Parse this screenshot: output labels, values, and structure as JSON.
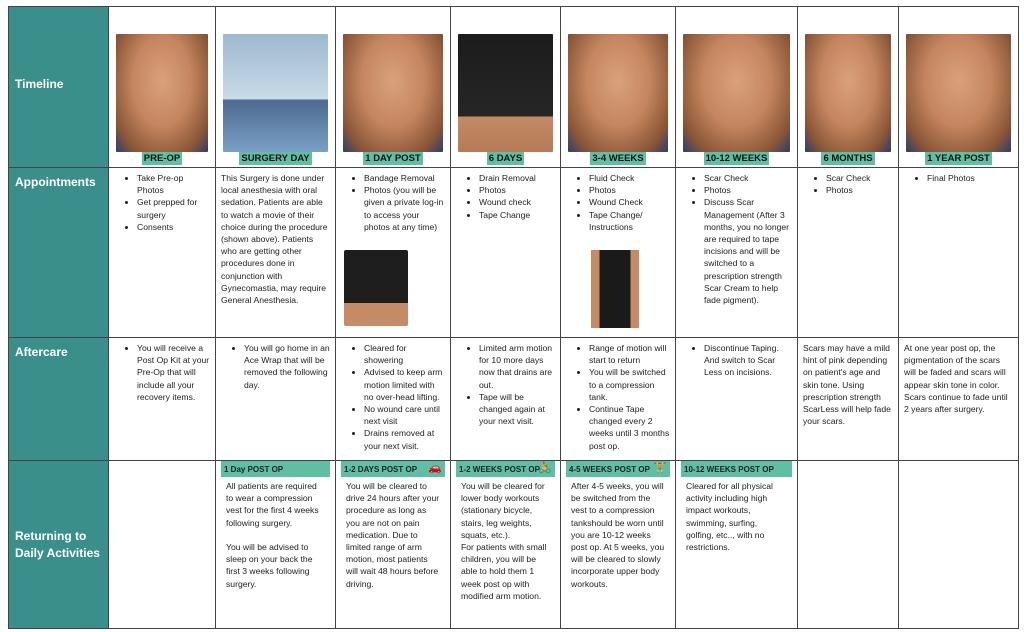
{
  "row_labels": {
    "timeline": "Timeline",
    "appointments": "Appointments",
    "aftercare": "Aftercare",
    "returning": "Returning to Daily Activities"
  },
  "accent_color": "#5fbfa5",
  "header_color": "#3a8f8a",
  "columns": [
    {
      "stage": "PRE-OP",
      "photo": "chest-photo",
      "appointments": {
        "items": [
          "Take Pre-op Photos",
          "Get prepped for surgery",
          "Consents"
        ]
      },
      "aftercare": {
        "items": [
          "You will receive a Post Op Kit at your Pre-Op that will include all your recovery items."
        ]
      },
      "returning": null
    },
    {
      "stage": "SURGERY DAY",
      "photo": "surgery-photo",
      "appointments": {
        "text": "This Surgery is done under local anesthesia with oral sedation. Patients are able to watch a movie of their choice during the procedure (shown above). Patients who are getting other procedures done in conjunction with Gynecomastia, may require General Anesthesia."
      },
      "aftercare": {
        "items": [
          "You will go home in an Ace Wrap that will be removed the following day."
        ]
      },
      "returning": {
        "header": "1 Day POST OP",
        "icon": "",
        "text": "All patients are required to wear a compression vest for the first 4 weeks following surgery.\n\nYou will be advised to sleep on your back the first 3 weeks following surgery."
      }
    },
    {
      "stage": "1 DAY POST",
      "photo": "chest-photo",
      "appointments": {
        "items": [
          "Bandage Removal",
          "Photos (you will be given a private log-in to access your photos at any time)"
        ],
        "extra": "vest-photo"
      },
      "aftercare": {
        "items": [
          "Cleared for showering",
          "Advised to keep arm motion limited with no over-head lifting.",
          "No wound care until next visit",
          "Drains removed at your next visit."
        ]
      },
      "returning": {
        "header": "1-2 DAYS POST OP",
        "icon": "car-icon",
        "text": "You will be cleared to drive 24 hours after your procedure as long as you are not on pain medication. Due to limited range of arm motion, most patients will wait 48 hours before driving."
      }
    },
    {
      "stage": "6 DAYS",
      "photo": "compression-vest-photo",
      "appointments": {
        "items": [
          "Drain Removal",
          "Photos",
          "Wound check",
          "Tape Change"
        ]
      },
      "aftercare": {
        "items": [
          "Limited arm motion for 10 more days now that drains are out.",
          "Tape will be changed again at your next visit."
        ]
      },
      "returning": {
        "header": "1-2 WEEKS POST OP",
        "icon": "bicycle-icon",
        "text": "You will be cleared for lower body workouts (stationary bicycle, stairs, leg weights, squats, etc.).\nFor patients with small children, you will be able to hold them 1 week post op with modified arm motion."
      }
    },
    {
      "stage": "3-4 WEEKS",
      "photo": "chest-photo",
      "appointments": {
        "items": [
          "Fluid Check",
          "Photos",
          "Wound Check",
          "Tape Change/ Instructions"
        ],
        "extra": "tank-photo"
      },
      "aftercare": {
        "items": [
          "Range of motion will start to return",
          "You will be switched to a compression tank.",
          "Continue Tape changed every 2 weeks until 3 months post op."
        ]
      },
      "returning": {
        "header": "4-5 WEEKS POST OP",
        "icon": "weightlifter-icon",
        "text": "After 4-5 weeks, you will be switched from the vest to a compression tankshould be worn until you are 10-12 weeks post op. At 5 weeks, you will be cleared to slowly incorporate upper body workouts."
      }
    },
    {
      "stage": "10-12 WEEKS",
      "photo": "chest-photo",
      "appointments": {
        "items": [
          "Scar Check",
          "Photos",
          "Discuss Scar Management (After 3 months, you no longer are required to tape incisions and will be switched to a prescription strength Scar Cream to help fade pigment)."
        ]
      },
      "aftercare": {
        "items": [
          "Discontinue Taping. And switch to Scar Less on incisions."
        ]
      },
      "returning": {
        "header": "10-12 WEEKS POST OP",
        "icon": "",
        "text": "Cleared for all physical activity including high impact workouts, swimming, surfing, golfing, etc.., with no restrictions."
      }
    },
    {
      "stage": "6 MONTHS",
      "photo": "chest-photo",
      "appointments": {
        "items": [
          "Scar Check",
          "Photos"
        ]
      },
      "aftercare": {
        "text": "Scars may have a mild hint of pink depending on patient's age and skin tone. Using prescription strength ScarLess will help fade your scars."
      },
      "returning": null
    },
    {
      "stage": "1 YEAR POST",
      "photo": "chest-photo",
      "appointments": {
        "items": [
          "Final Photos"
        ]
      },
      "aftercare": {
        "text": "At one year post op, the pigmentation of the scars will be faded and scars will appear skin tone in color. Scars continue to fade until 2 years after surgery."
      },
      "returning": null
    }
  ]
}
